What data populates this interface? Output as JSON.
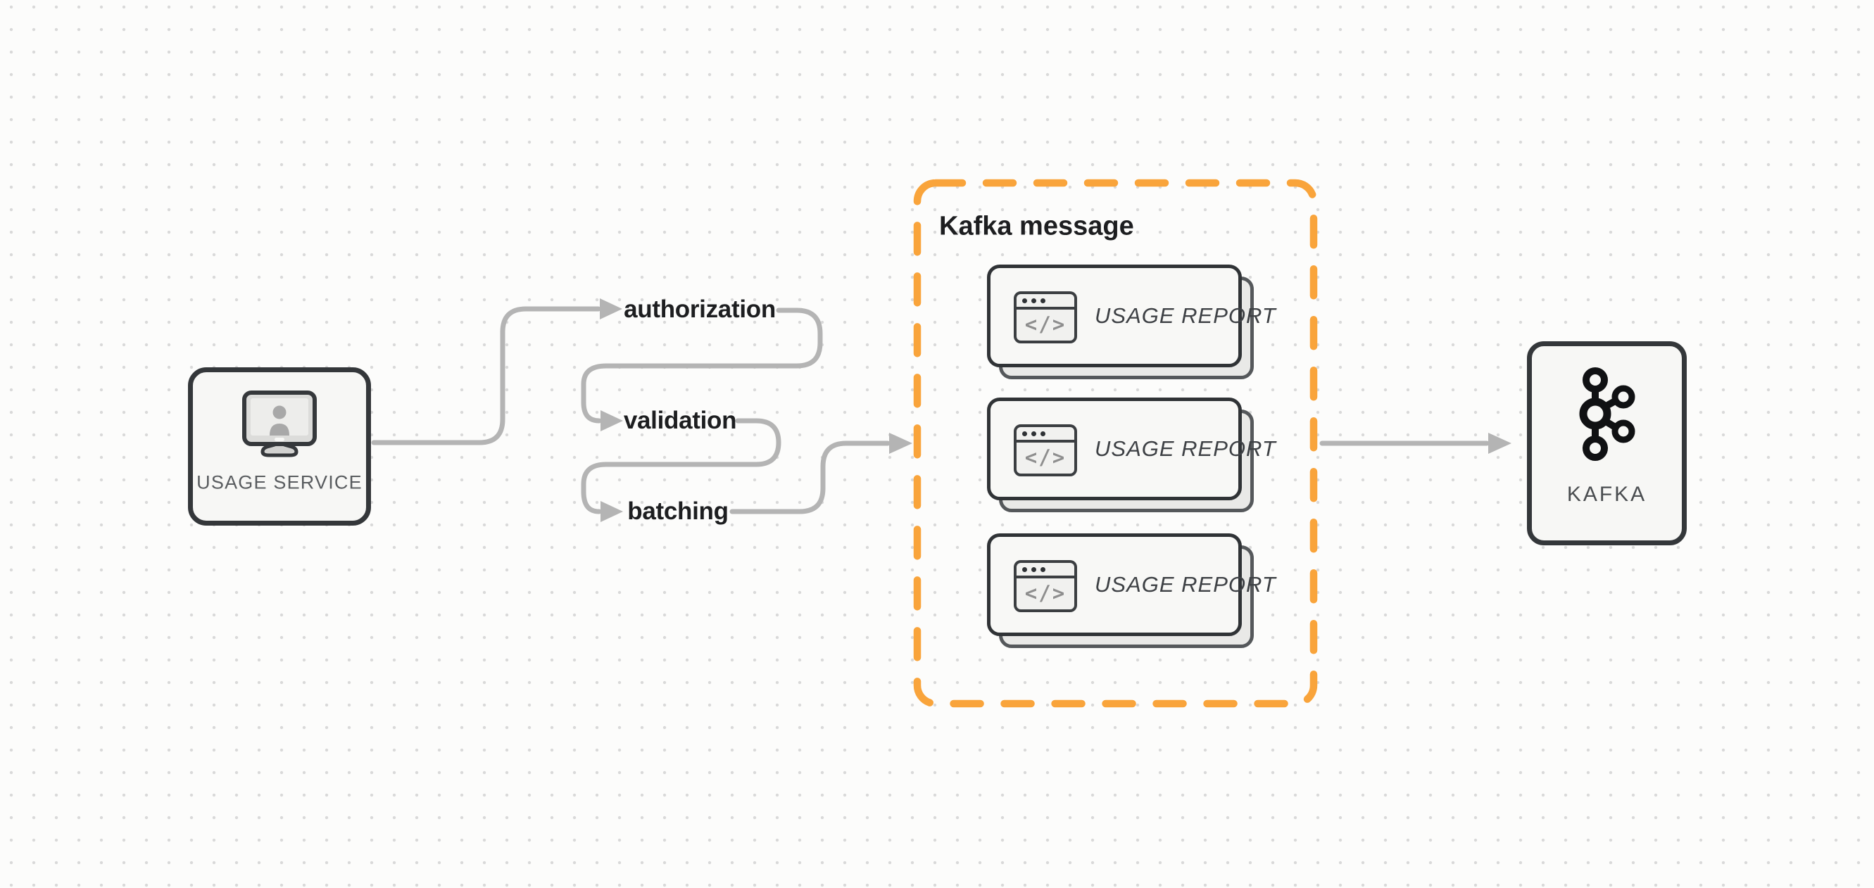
{
  "diagram": {
    "source_node": {
      "label": "USAGE SERVICE",
      "icon": "user-monitor-icon"
    },
    "flow_steps": [
      {
        "label": "authorization"
      },
      {
        "label": "validation"
      },
      {
        "label": "batching"
      }
    ],
    "kafka_message": {
      "title": "Kafka message",
      "cards": [
        {
          "label": "USAGE REPORT",
          "icon": "code-window-icon",
          "glyph": "</>"
        },
        {
          "label": "USAGE REPORT",
          "icon": "code-window-icon",
          "glyph": "</>"
        },
        {
          "label": "USAGE REPORT",
          "icon": "code-window-icon",
          "glyph": "</>"
        }
      ]
    },
    "target_node": {
      "label": "KAFKA",
      "icon": "kafka-logo-icon"
    }
  },
  "colors": {
    "accent_orange": "#F9A43B",
    "connector_gray": "#b4b4b4",
    "border_dark": "#34373a",
    "node_bg": "#f7f7f5",
    "card_back_bg": "#e9e9e7",
    "text_dark": "#1d1e20",
    "text_muted": "#595c5f"
  }
}
